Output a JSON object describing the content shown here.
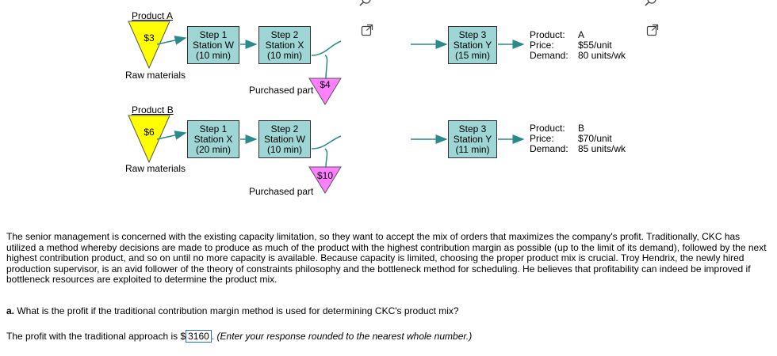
{
  "colors": {
    "box": "#9ed6d6",
    "raw_triangle": "#ffff00",
    "purchased_triangle": "#ff80ff",
    "arrow": "#2a8a8a",
    "answer_border": "#2b6fb3"
  },
  "icons": {
    "magnifier": "magnifier-icon",
    "expand": "expand-icon"
  },
  "product_a": {
    "title": "Product A",
    "raw_price": "$3",
    "raw_label": "Raw materials",
    "step1": {
      "step": "Step 1",
      "station": "Station W",
      "time": "(10 min)"
    },
    "step2": {
      "step": "Step 2",
      "station": "Station X",
      "time": "(10 min)"
    },
    "purchased_price": "$4",
    "purchased_label": "Purchased part",
    "step3": {
      "step": "Step 3",
      "station": "Station Y",
      "time": "(15 min)"
    },
    "info": {
      "product_key": "Product:",
      "product_val": "A",
      "price_key": "Price:",
      "price_val": "$55/unit",
      "demand_key": "Demand:",
      "demand_val": "80 units/wk"
    }
  },
  "product_b": {
    "title": "Product B",
    "raw_price": "$6",
    "raw_label": "Raw materials",
    "step1": {
      "step": "Step 1",
      "station": "Station X",
      "time": "(20 min)"
    },
    "step2": {
      "step": "Step 2",
      "station": "Station W",
      "time": "(10 min)"
    },
    "purchased_price": "$10",
    "purchased_label": "Purchased part",
    "step3": {
      "step": "Step 3",
      "station": "Station Y",
      "time": "(11 min)"
    },
    "info": {
      "product_key": "Product:",
      "product_val": "B",
      "price_key": "Price:",
      "price_val": "$70/unit",
      "demand_key": "Demand:",
      "demand_val": "85 units/wk"
    }
  },
  "text": {
    "paragraph": "The senior management is concerned with the existing capacity limitation, so they want to accept the mix of orders that maximizes the company's profit. Traditionally, CKC has utilized a method whereby decisions are made to produce as much of the product with the highest contribution margin as possible (up to the limit of its demand), followed by the next highest contribution product, and so on until no more capacity is available. Because capacity is limited, choosing the proper product mix is crucial. Troy Hendrix, the newly hired production supervisor, is an avid follower of the theory of constraints philosophy and the bottleneck method for scheduling. He believes that profitability can indeed be improved if bottleneck resources are exploited to determine the product mix.",
    "question_label": "a.",
    "question": "What is the profit if the traditional contribution margin method is used for determining CKC's product mix?",
    "answer_prefix": "The profit with the traditional approach is $",
    "answer_value": "3160",
    "answer_suffix": ".",
    "answer_hint": "(Enter your response rounded to the nearest whole number.)"
  }
}
